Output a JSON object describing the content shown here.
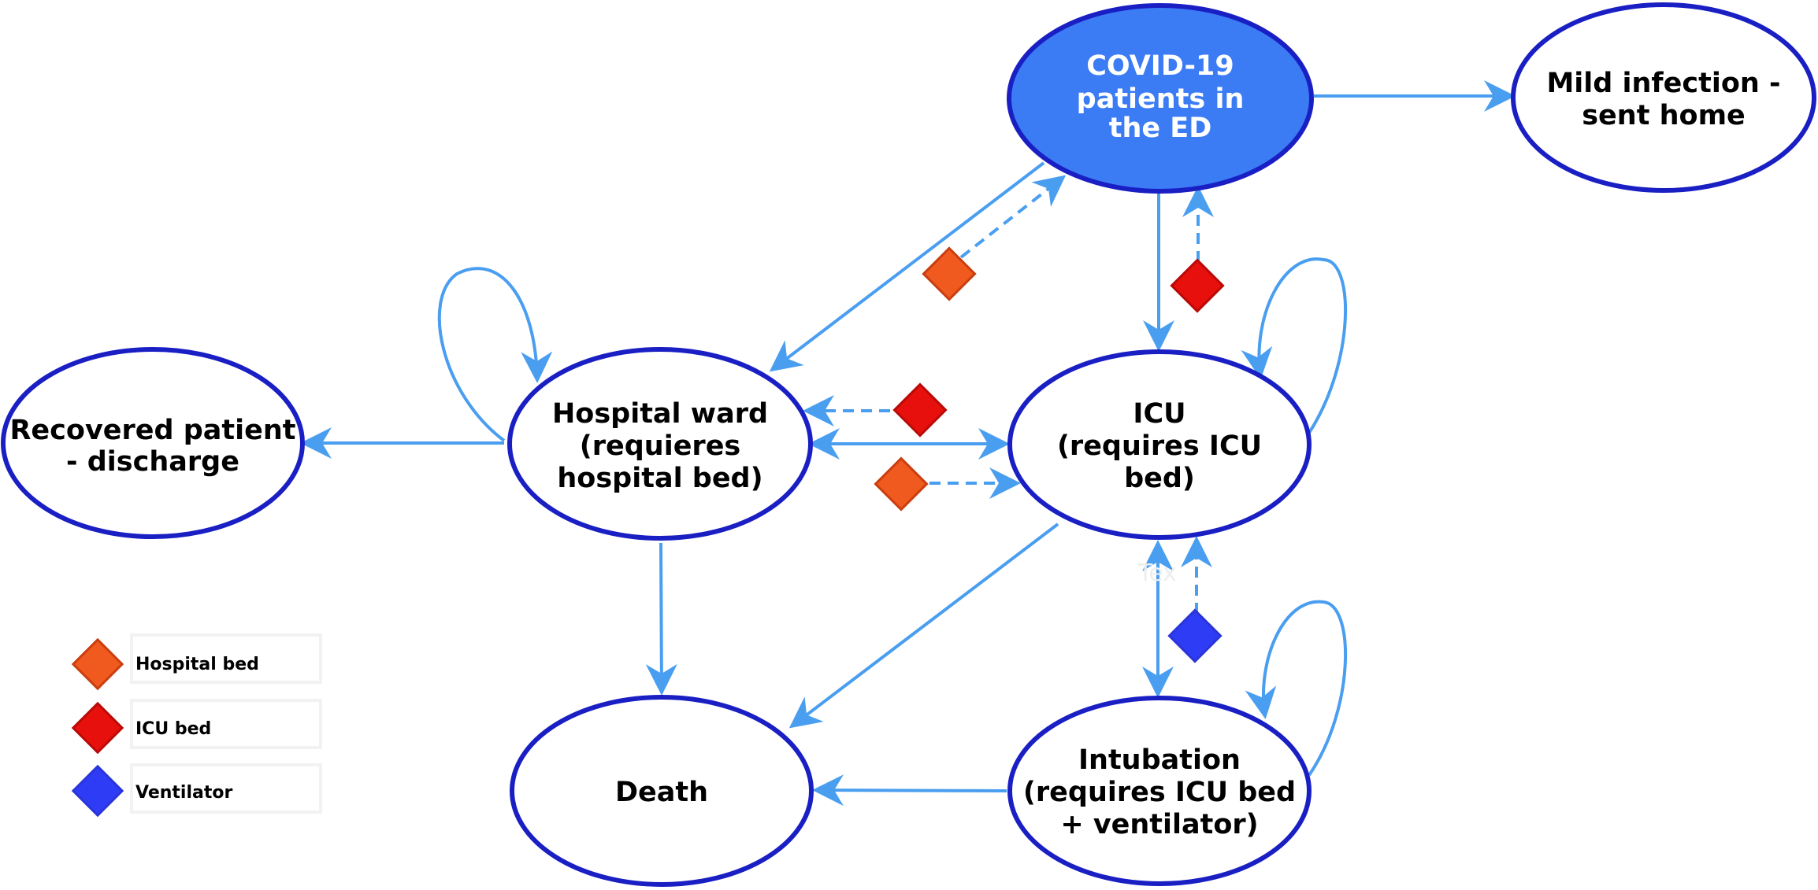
{
  "colors": {
    "node_border": "#1a1fc4",
    "node_fill": "#ffffff",
    "highlight_fill": "#3b7cf5",
    "arrow": "#4a9ef0",
    "hospital_bed": "#f05a1e",
    "icu_bed": "#e8100c",
    "ventilator": "#2f3cf5"
  },
  "nodes": {
    "ed": [
      "COVID-19",
      "patients in",
      "the ED"
    ],
    "home": [
      "Mild infection -",
      "sent home"
    ],
    "recovered": [
      "Recovered patient",
      "- discharge"
    ],
    "ward": [
      "Hospital ward",
      "(requieres",
      "hospital bed)"
    ],
    "icu": [
      "ICU",
      "(requires ICU",
      "bed)"
    ],
    "death": [
      "Death"
    ],
    "intubation": [
      "Intubation",
      "(requires ICU bed",
      "+ ventilator)"
    ]
  },
  "stray_text": "Tex",
  "legend": {
    "hospital_bed": {
      "label": "Hospital bed",
      "icon": "orange-diamond-icon"
    },
    "icu_bed": {
      "label": "ICU bed",
      "icon": "red-diamond-icon"
    },
    "ventilator": {
      "label": "Ventilator",
      "icon": "blue-diamond-icon"
    }
  }
}
